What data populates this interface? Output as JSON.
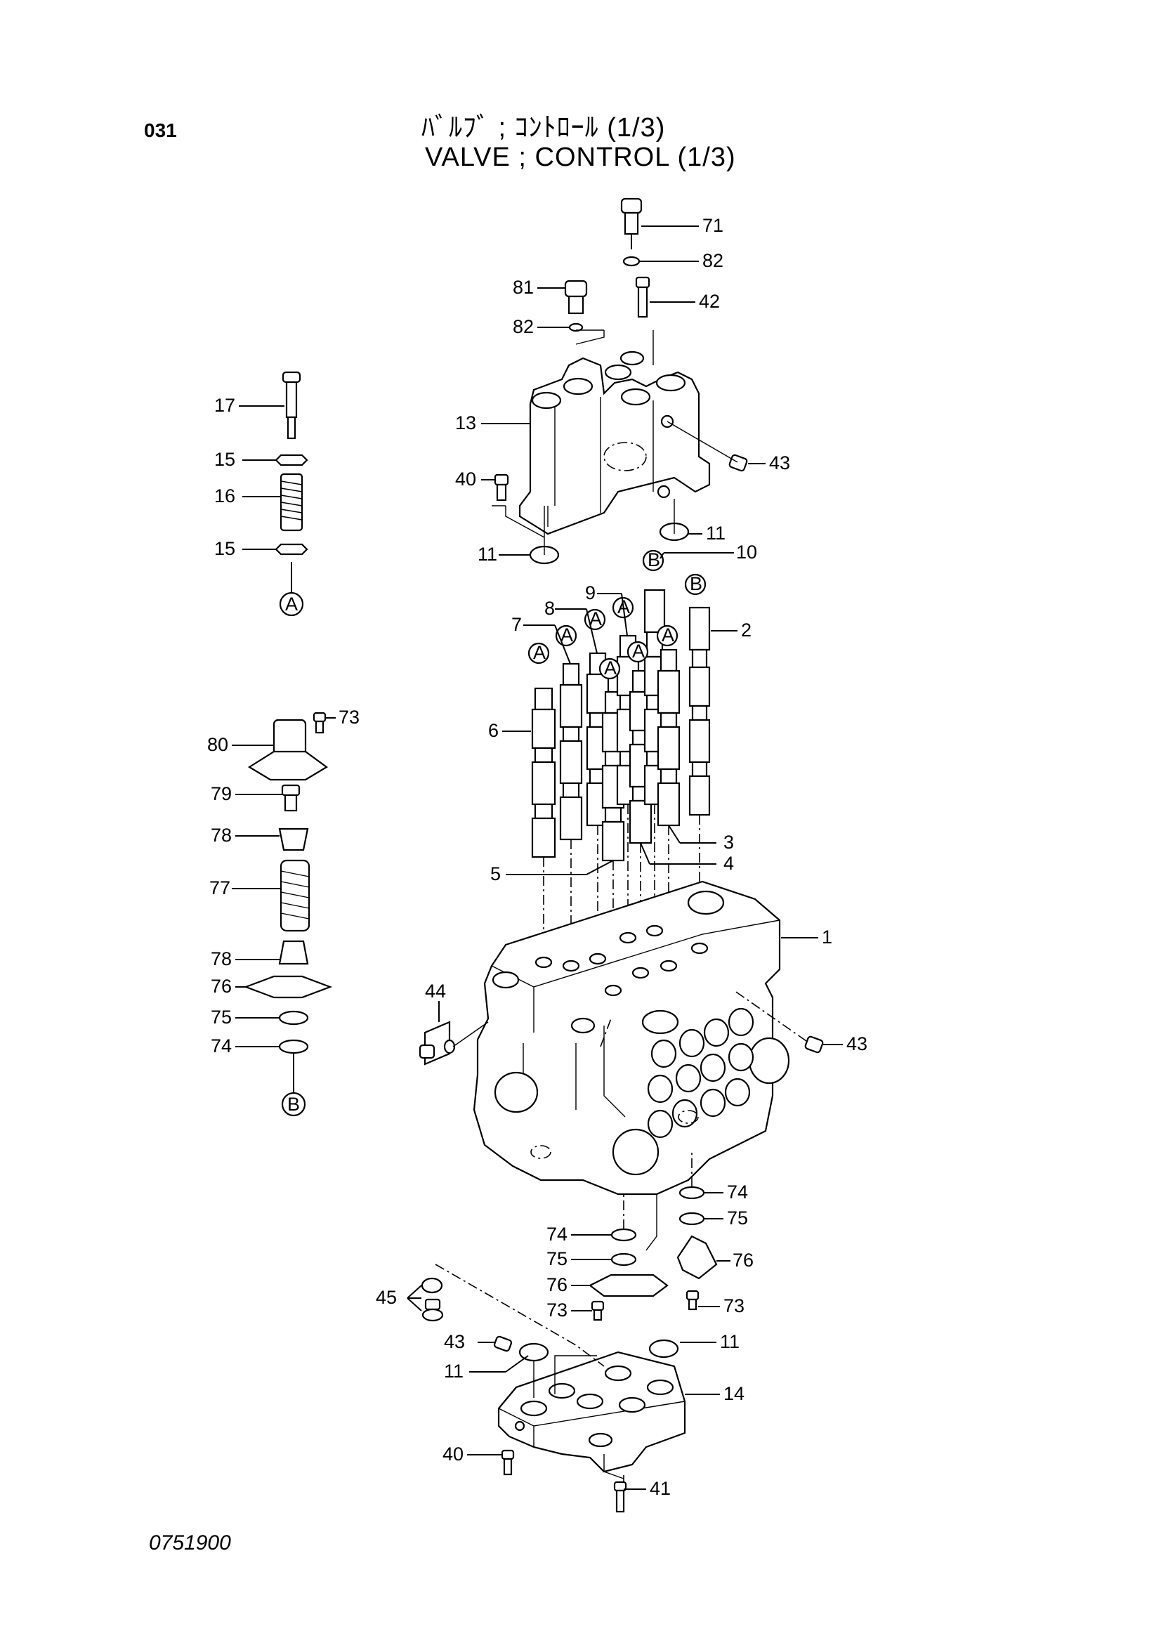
{
  "header": {
    "page_number": "031",
    "title_jp": "ﾊﾞﾙﾌﾞ ; ｺﾝﾄﾛｰﾙ (1/3)",
    "title_en": "VALVE ; CONTROL (1/3)"
  },
  "footer": {
    "drawing_number": "0751900"
  },
  "callouts": {
    "c71": "71",
    "c82a": "82",
    "c81": "81",
    "c42": "42",
    "c82b": "82",
    "c13": "13",
    "c43a": "43",
    "c40a": "40",
    "c11a": "11",
    "c11b": "11",
    "c10": "10",
    "c9": "9",
    "c8": "8",
    "c7": "7",
    "c2": "2",
    "c6": "6",
    "c3": "3",
    "c4": "4",
    "c5": "5",
    "c1": "1",
    "c44": "44",
    "c43b": "43",
    "c17": "17",
    "c15a": "15",
    "c16": "16",
    "c15b": "15",
    "c73a": "73",
    "c80": "80",
    "c79": "79",
    "c78a": "78",
    "c77": "77",
    "c78b": "78",
    "c76a": "76",
    "c75a": "75",
    "c74a": "74",
    "c74b": "74",
    "c75b": "75",
    "c76b": "76",
    "c73b": "73",
    "c74c": "74",
    "c75c": "75",
    "c76c": "76",
    "c73c": "73",
    "c45": "45",
    "c43c": "43",
    "c11c": "11",
    "c11d": "11",
    "c14": "14",
    "c40b": "40",
    "c41": "41"
  },
  "ref_markers": {
    "a_left": "A",
    "b_left": "B",
    "a1": "A",
    "a2": "A",
    "a3": "A",
    "a4": "A",
    "a5": "A",
    "a6": "A",
    "a7": "A",
    "b1": "B",
    "b2": "B"
  }
}
